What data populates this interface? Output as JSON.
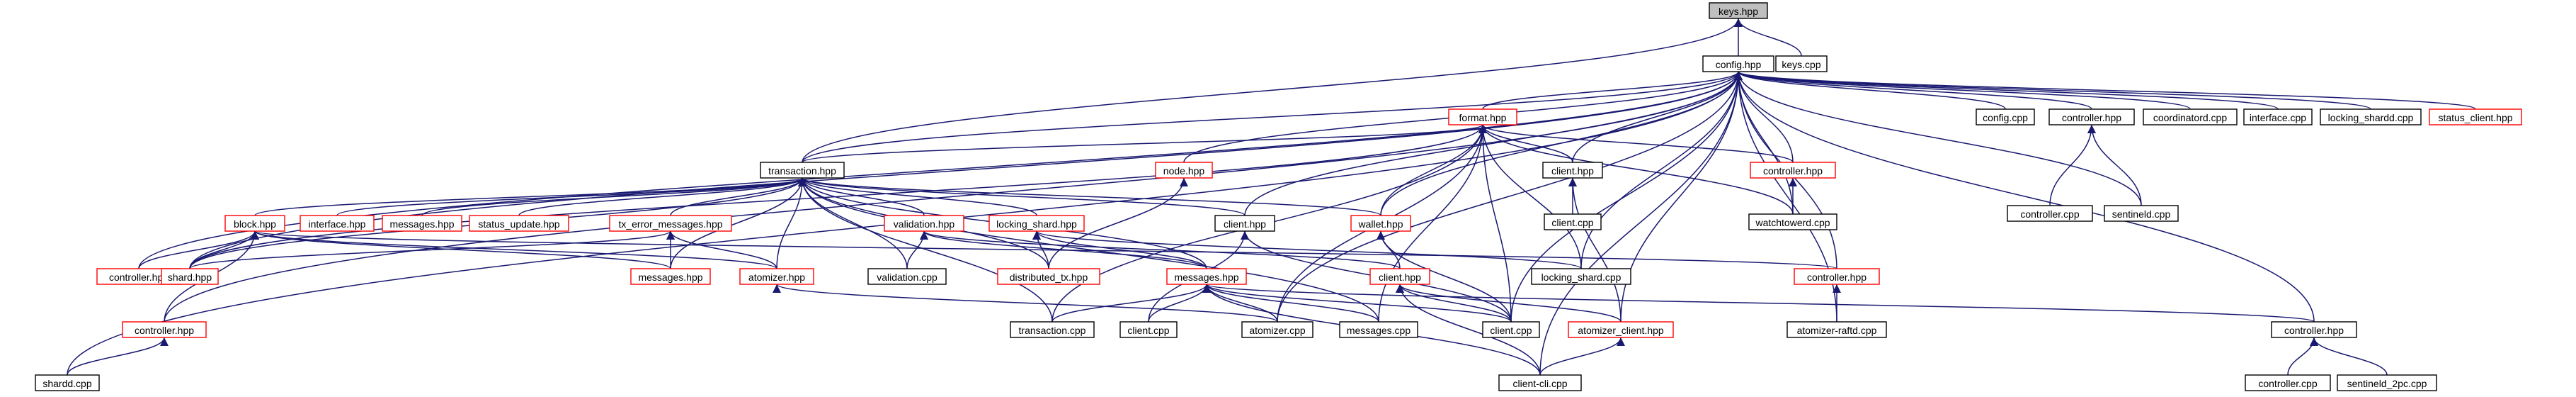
{
  "colors": {
    "edge": "#191970",
    "black": "#000000",
    "red": "#ff0000",
    "selected_fill": "#bfbfbf",
    "text": "#000000"
  },
  "nodes": {
    "keys_hpp": {
      "label": "keys.hpp",
      "style": "selected"
    },
    "keys_cpp": {
      "label": "keys.cpp",
      "style": "black"
    },
    "config_hpp": {
      "label": "config.hpp",
      "style": "black"
    },
    "format_hpp": {
      "label": "format.hpp",
      "style": "red"
    },
    "config_cpp": {
      "label": "config.cpp",
      "style": "black"
    },
    "controller_hpp_top": {
      "label": "controller.hpp",
      "style": "black"
    },
    "coordinatord_cpp": {
      "label": "coordinatord.cpp",
      "style": "black"
    },
    "interface_cpp": {
      "label": "interface.cpp",
      "style": "black"
    },
    "locking_shardd_cpp": {
      "label": "locking_shardd.cpp",
      "style": "black"
    },
    "status_client_hpp": {
      "label": "status_client.hpp",
      "style": "red"
    },
    "transaction_hpp": {
      "label": "transaction.hpp",
      "style": "black"
    },
    "node_hpp": {
      "label": "node.hpp",
      "style": "red"
    },
    "client_hpp_a": {
      "label": "client.hpp",
      "style": "black"
    },
    "controller_hpp_b": {
      "label": "controller.hpp",
      "style": "red"
    },
    "controller_cpp_top": {
      "label": "controller.cpp",
      "style": "black"
    },
    "sentineld_cpp": {
      "label": "sentineld.cpp",
      "style": "black"
    },
    "block_hpp": {
      "label": "block.hpp",
      "style": "red"
    },
    "interface_hpp": {
      "label": "interface.hpp",
      "style": "red"
    },
    "messages_hpp_top": {
      "label": "messages.hpp",
      "style": "red"
    },
    "status_update_hpp": {
      "label": "status_update.hpp",
      "style": "red"
    },
    "tx_error_messages_hpp": {
      "label": "tx_error_messages.hpp",
      "style": "red"
    },
    "validation_hpp": {
      "label": "validation.hpp",
      "style": "red"
    },
    "locking_shard_hpp": {
      "label": "locking_shard.hpp",
      "style": "red"
    },
    "client_hpp_b": {
      "label": "client.hpp",
      "style": "black"
    },
    "wallet_hpp": {
      "label": "wallet.hpp",
      "style": "red"
    },
    "client_cpp_mid": {
      "label": "client.cpp",
      "style": "black"
    },
    "watchtowerd_cpp": {
      "label": "watchtowerd.cpp",
      "style": "black"
    },
    "controller_hpp_left": {
      "label": "controller.hpp",
      "style": "red"
    },
    "shard_hpp": {
      "label": "shard.hpp",
      "style": "red"
    },
    "messages_hpp_mid": {
      "label": "messages.hpp",
      "style": "red"
    },
    "atomizer_hpp": {
      "label": "atomizer.hpp",
      "style": "red"
    },
    "validation_cpp": {
      "label": "validation.cpp",
      "style": "black"
    },
    "distributed_tx_hpp": {
      "label": "distributed_tx.hpp",
      "style": "red"
    },
    "messages_hpp_main": {
      "label": "messages.hpp",
      "style": "red"
    },
    "client_hpp_red": {
      "label": "client.hpp",
      "style": "red"
    },
    "locking_shard_cpp": {
      "label": "locking_shard.cpp",
      "style": "black"
    },
    "controller_hpp_right": {
      "label": "controller.hpp",
      "style": "red"
    },
    "controller_hpp_low": {
      "label": "controller.hpp",
      "style": "red"
    },
    "transaction_cpp": {
      "label": "transaction.cpp",
      "style": "black"
    },
    "client_cpp_low": {
      "label": "client.cpp",
      "style": "black"
    },
    "atomizer_cpp": {
      "label": "atomizer.cpp",
      "style": "black"
    },
    "messages_cpp": {
      "label": "messages.cpp",
      "style": "black"
    },
    "client_cpp_red": {
      "label": "client.cpp",
      "style": "black"
    },
    "atomizer_client_hpp": {
      "label": "atomizer_client.hpp",
      "style": "red"
    },
    "atomizer_raftd_cpp": {
      "label": "atomizer-raftd.cpp",
      "style": "black"
    },
    "controller_hpp_far": {
      "label": "controller.hpp",
      "style": "black"
    },
    "shardd_cpp": {
      "label": "shardd.cpp",
      "style": "black"
    },
    "client_cli_cpp": {
      "label": "client-cli.cpp",
      "style": "black"
    },
    "controller_cpp_far": {
      "label": "controller.cpp",
      "style": "black"
    },
    "sentineld_2pc_cpp": {
      "label": "sentineld_2pc.cpp",
      "style": "black"
    }
  },
  "edges": [
    [
      "keys_cpp",
      "keys_hpp"
    ],
    [
      "config_hpp",
      "keys_hpp"
    ],
    [
      "transaction_hpp",
      "keys_hpp"
    ],
    [
      "format_hpp",
      "config_hpp"
    ],
    [
      "config_cpp",
      "config_hpp"
    ],
    [
      "controller_hpp_top",
      "config_hpp"
    ],
    [
      "coordinatord_cpp",
      "config_hpp"
    ],
    [
      "interface_cpp",
      "config_hpp"
    ],
    [
      "locking_shardd_cpp",
      "config_hpp"
    ],
    [
      "status_client_hpp",
      "config_hpp"
    ],
    [
      "sentineld_cpp",
      "config_hpp"
    ],
    [
      "transaction_hpp",
      "config_hpp"
    ],
    [
      "node_hpp",
      "config_hpp"
    ],
    [
      "client_hpp_a",
      "config_hpp"
    ],
    [
      "controller_hpp_b",
      "config_hpp"
    ],
    [
      "watchtowerd_cpp",
      "config_hpp"
    ],
    [
      "wallet_hpp",
      "config_hpp"
    ],
    [
      "client_hpp_b",
      "config_hpp"
    ],
    [
      "controller_hpp_left",
      "config_hpp"
    ],
    [
      "shard_hpp",
      "config_hpp"
    ],
    [
      "controller_hpp_low",
      "config_hpp"
    ],
    [
      "shardd_cpp",
      "config_hpp"
    ],
    [
      "atomizer_cpp",
      "config_hpp"
    ],
    [
      "locking_shard_cpp",
      "config_hpp"
    ],
    [
      "client_cpp_red",
      "config_hpp"
    ],
    [
      "controller_hpp_right",
      "config_hpp"
    ],
    [
      "atomizer_raftd_cpp",
      "config_hpp"
    ],
    [
      "controller_hpp_far",
      "config_hpp"
    ],
    [
      "client_cli_cpp",
      "config_hpp"
    ],
    [
      "atomizer_client_hpp",
      "config_hpp"
    ],
    [
      "transaction_hpp",
      "format_hpp"
    ],
    [
      "shard_hpp",
      "format_hpp"
    ],
    [
      "client_hpp_a",
      "format_hpp"
    ],
    [
      "controller_hpp_b",
      "format_hpp"
    ],
    [
      "watchtowerd_cpp",
      "format_hpp"
    ],
    [
      "wallet_hpp",
      "format_hpp"
    ],
    [
      "locking_shard_cpp",
      "format_hpp"
    ],
    [
      "client_cpp_red",
      "format_hpp"
    ],
    [
      "transaction_cpp",
      "format_hpp"
    ],
    [
      "atomizer_cpp",
      "format_hpp"
    ],
    [
      "messages_cpp",
      "format_hpp"
    ],
    [
      "controller_cpp_top",
      "controller_hpp_top"
    ],
    [
      "sentineld_cpp",
      "controller_hpp_top"
    ],
    [
      "block_hpp",
      "transaction_hpp"
    ],
    [
      "interface_hpp",
      "transaction_hpp"
    ],
    [
      "messages_hpp_top",
      "transaction_hpp"
    ],
    [
      "status_update_hpp",
      "transaction_hpp"
    ],
    [
      "tx_error_messages_hpp",
      "transaction_hpp"
    ],
    [
      "validation_hpp",
      "transaction_hpp"
    ],
    [
      "locking_shard_hpp",
      "transaction_hpp"
    ],
    [
      "client_hpp_b",
      "transaction_hpp"
    ],
    [
      "wallet_hpp",
      "transaction_hpp"
    ],
    [
      "shard_hpp",
      "transaction_hpp"
    ],
    [
      "messages_hpp_mid",
      "transaction_hpp"
    ],
    [
      "atomizer_hpp",
      "transaction_hpp"
    ],
    [
      "validation_cpp",
      "transaction_hpp"
    ],
    [
      "distributed_tx_hpp",
      "transaction_hpp"
    ],
    [
      "messages_hpp_main",
      "transaction_hpp"
    ],
    [
      "transaction_cpp",
      "transaction_hpp"
    ],
    [
      "messages_cpp",
      "transaction_hpp"
    ],
    [
      "distributed_tx_hpp",
      "node_hpp"
    ],
    [
      "client_cpp_mid",
      "client_hpp_a"
    ],
    [
      "atomizer_client_hpp",
      "client_hpp_a"
    ],
    [
      "watchtowerd_cpp",
      "controller_hpp_b"
    ],
    [
      "controller_hpp_left",
      "block_hpp"
    ],
    [
      "shard_hpp",
      "block_hpp"
    ],
    [
      "controller_hpp_low",
      "block_hpp"
    ],
    [
      "messages_hpp_mid",
      "block_hpp"
    ],
    [
      "atomizer_hpp",
      "block_hpp"
    ],
    [
      "controller_hpp_right",
      "block_hpp"
    ],
    [
      "shard_hpp",
      "tx_error_messages_hpp"
    ],
    [
      "messages_hpp_mid",
      "tx_error_messages_hpp"
    ],
    [
      "atomizer_hpp",
      "tx_error_messages_hpp"
    ],
    [
      "validation_cpp",
      "validation_hpp"
    ],
    [
      "messages_hpp_main",
      "validation_hpp"
    ],
    [
      "client_hpp_red",
      "validation_hpp"
    ],
    [
      "distributed_tx_hpp",
      "locking_shard_hpp"
    ],
    [
      "locking_shard_cpp",
      "locking_shard_hpp"
    ],
    [
      "messages_hpp_main",
      "locking_shard_hpp"
    ],
    [
      "client_cpp_low",
      "client_hpp_b"
    ],
    [
      "client_cpp_red",
      "client_hpp_b"
    ],
    [
      "client_hpp_red",
      "wallet_hpp"
    ],
    [
      "client_cpp_red",
      "wallet_hpp"
    ],
    [
      "shardd_cpp",
      "controller_hpp_low"
    ],
    [
      "atomizer_cpp",
      "atomizer_hpp"
    ],
    [
      "transaction_cpp",
      "messages_hpp_main"
    ],
    [
      "client_cpp_low",
      "messages_hpp_main"
    ],
    [
      "atomizer_cpp",
      "messages_hpp_main"
    ],
    [
      "messages_cpp",
      "messages_hpp_main"
    ],
    [
      "client_cpp_red",
      "messages_hpp_main"
    ],
    [
      "client_cli_cpp",
      "messages_hpp_main"
    ],
    [
      "controller_hpp_far",
      "messages_hpp_main"
    ],
    [
      "client_cpp_red",
      "client_hpp_red"
    ],
    [
      "atomizer_client_hpp",
      "client_hpp_red"
    ],
    [
      "client_cli_cpp",
      "client_hpp_red"
    ],
    [
      "client_cli_cpp",
      "atomizer_client_hpp"
    ],
    [
      "atomizer_raftd_cpp",
      "controller_hpp_right"
    ],
    [
      "controller_cpp_far",
      "controller_hpp_far"
    ],
    [
      "sentineld_2pc_cpp",
      "controller_hpp_far"
    ]
  ]
}
